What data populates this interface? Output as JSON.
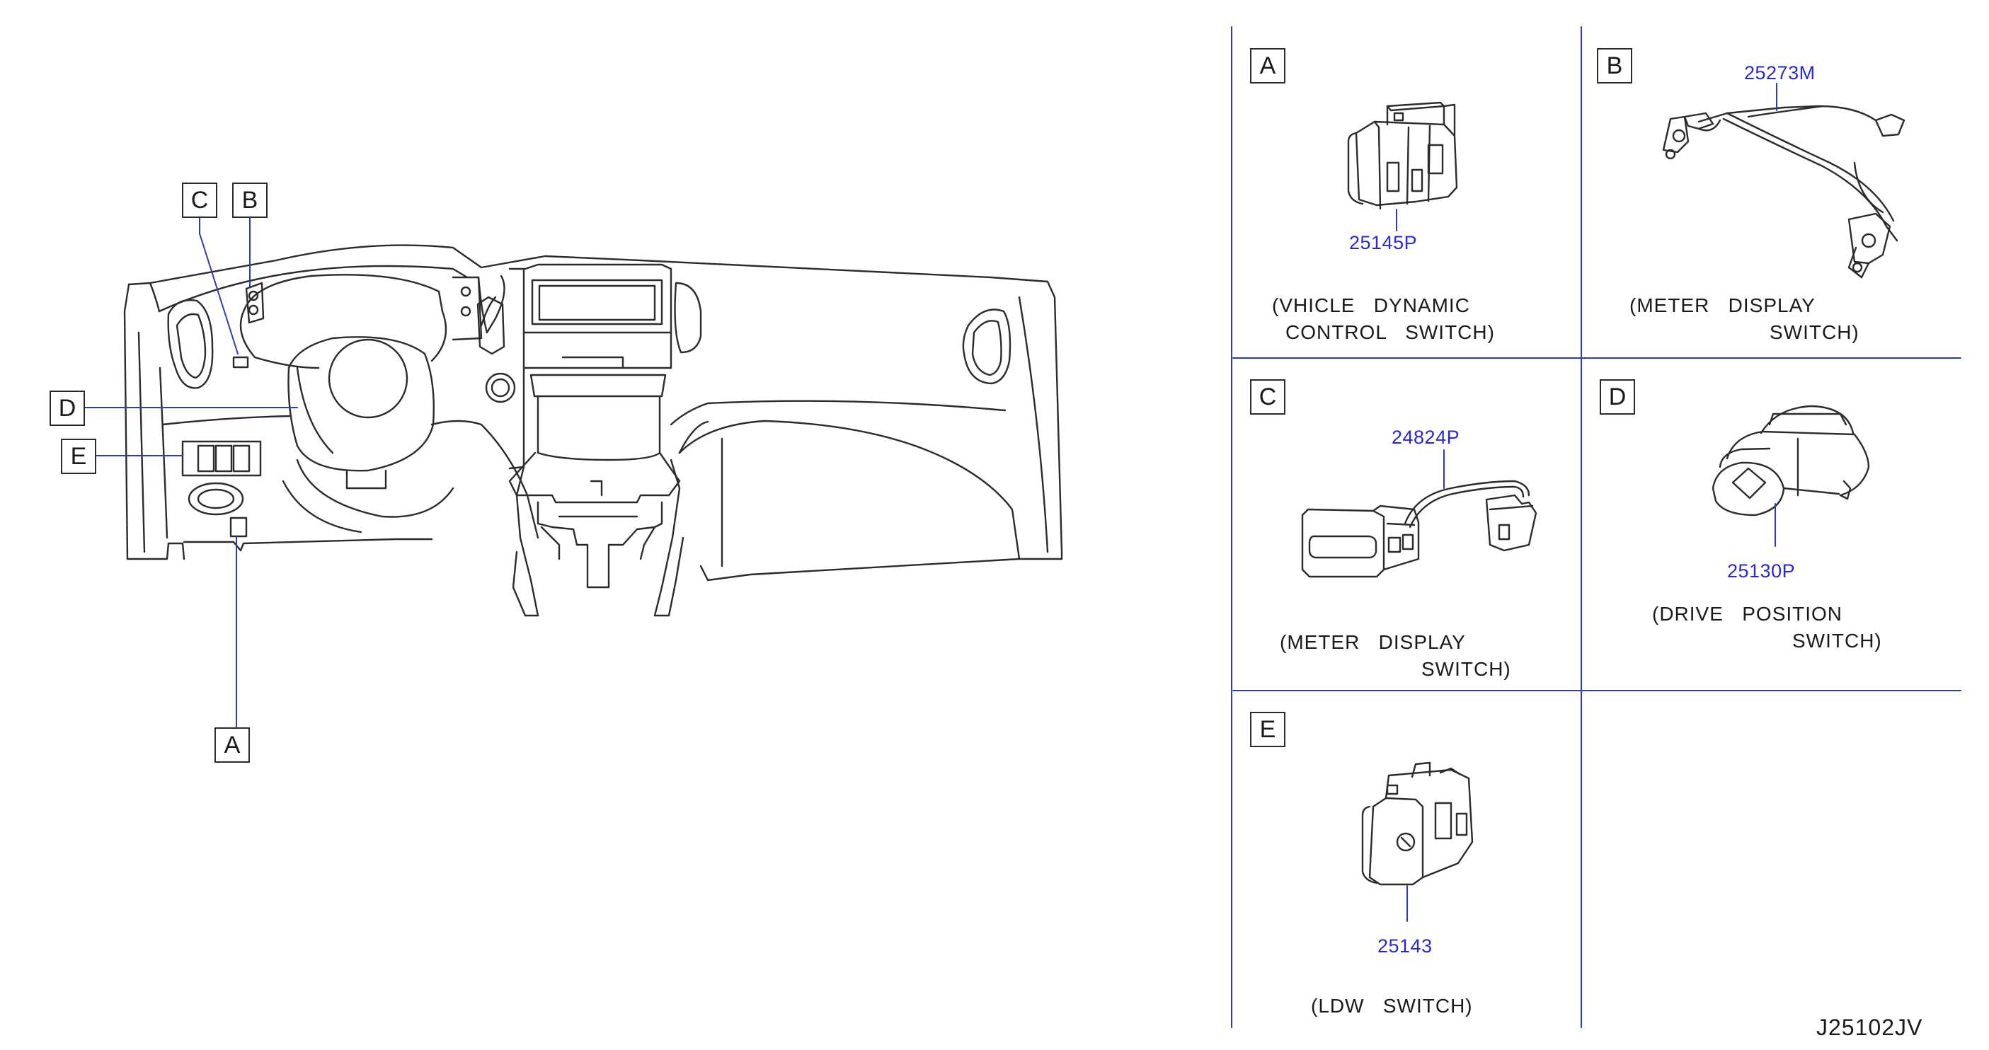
{
  "overview": {
    "callouts": {
      "A": "A",
      "B": "B",
      "C": "C",
      "D": "D",
      "E": "E"
    }
  },
  "panels": {
    "A": {
      "letter": "A",
      "part_number": "25145P",
      "caption_1": "(VHICLE   DYNAMIC",
      "caption_2": "CONTROL   SWITCH)"
    },
    "B": {
      "letter": "B",
      "part_number": "25273M",
      "caption_1": "(METER   DISPLAY",
      "caption_2": "SWITCH)"
    },
    "C": {
      "letter": "C",
      "part_number": "24824P",
      "caption_1": "(METER   DISPLAY",
      "caption_2": "SWITCH)"
    },
    "D": {
      "letter": "D",
      "part_number": "25130P",
      "caption_1": "(DRIVE   POSITION",
      "caption_2": "SWITCH)"
    },
    "E": {
      "letter": "E",
      "part_number": "25143",
      "caption_1": "(LDW   SWITCH)"
    }
  },
  "diagram_code": "J25102JV"
}
